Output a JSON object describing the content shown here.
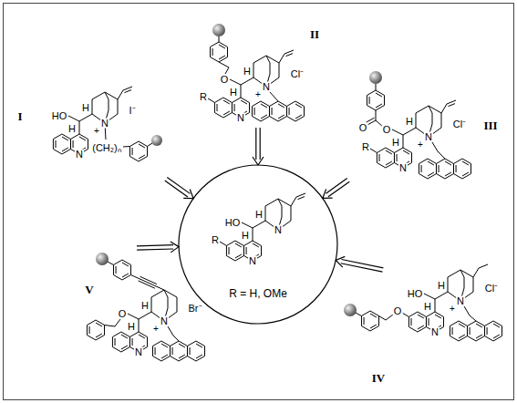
{
  "diagram": {
    "nodes": [
      {
        "text": [
          "I",
          "HO",
          "H",
          "H",
          "N",
          "+",
          "I⁻",
          "(CH₂)ₙ",
          "N"
        ]
      },
      {
        "text": [
          "II",
          "O",
          "H",
          "H",
          "N",
          "+",
          "Cl⁻",
          "R",
          "N"
        ]
      },
      {
        "text": [
          "III",
          "O",
          "O",
          "H",
          "H",
          "N",
          "+",
          "Cl⁻",
          "R",
          "N"
        ]
      },
      {
        "text": [
          "HO",
          "H",
          "H",
          "N",
          "R",
          "N",
          "R = H, OMe"
        ]
      },
      {
        "text": [
          "V",
          "O",
          "H",
          "H",
          "N",
          "+",
          "Br⁻",
          "N"
        ]
      },
      {
        "text": [
          "IV",
          "HO",
          "H",
          "H",
          "N",
          "+",
          "Cl⁻",
          "O",
          "N"
        ]
      }
    ],
    "edges": [
      {
        "from": 0,
        "to": 3,
        "arrow": "to"
      },
      {
        "from": 1,
        "to": 3,
        "arrow": "to"
      },
      {
        "from": 2,
        "to": 3,
        "arrow": "to"
      },
      {
        "from": 5,
        "to": 3,
        "arrow": "to"
      },
      {
        "from": 4,
        "to": 3,
        "arrow": "to"
      }
    ]
  }
}
